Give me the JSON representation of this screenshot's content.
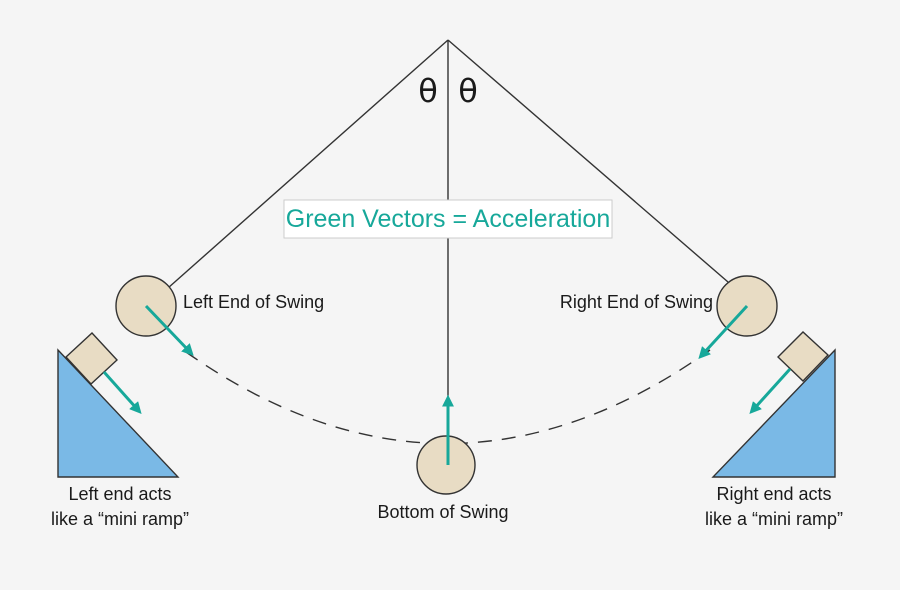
{
  "angle": {
    "left_symbol": "θ",
    "right_symbol": "θ"
  },
  "legend": {
    "text": "Green Vectors = Acceleration"
  },
  "labels": {
    "left_end": "Left End of Swing",
    "right_end": "Right End of Swing",
    "bottom": "Bottom of Swing",
    "left_ramp_line1": "Left end acts",
    "left_ramp_line2": "like a “mini ramp”",
    "right_ramp_line1": "Right end acts",
    "right_ramp_line2": "like a “mini ramp”"
  },
  "colors": {
    "background": "#f5f5f5",
    "vector": "#17a89a",
    "ball_fill": "#e8dcc4",
    "ramp_fill": "#7ab9e6",
    "line": "#333333"
  }
}
